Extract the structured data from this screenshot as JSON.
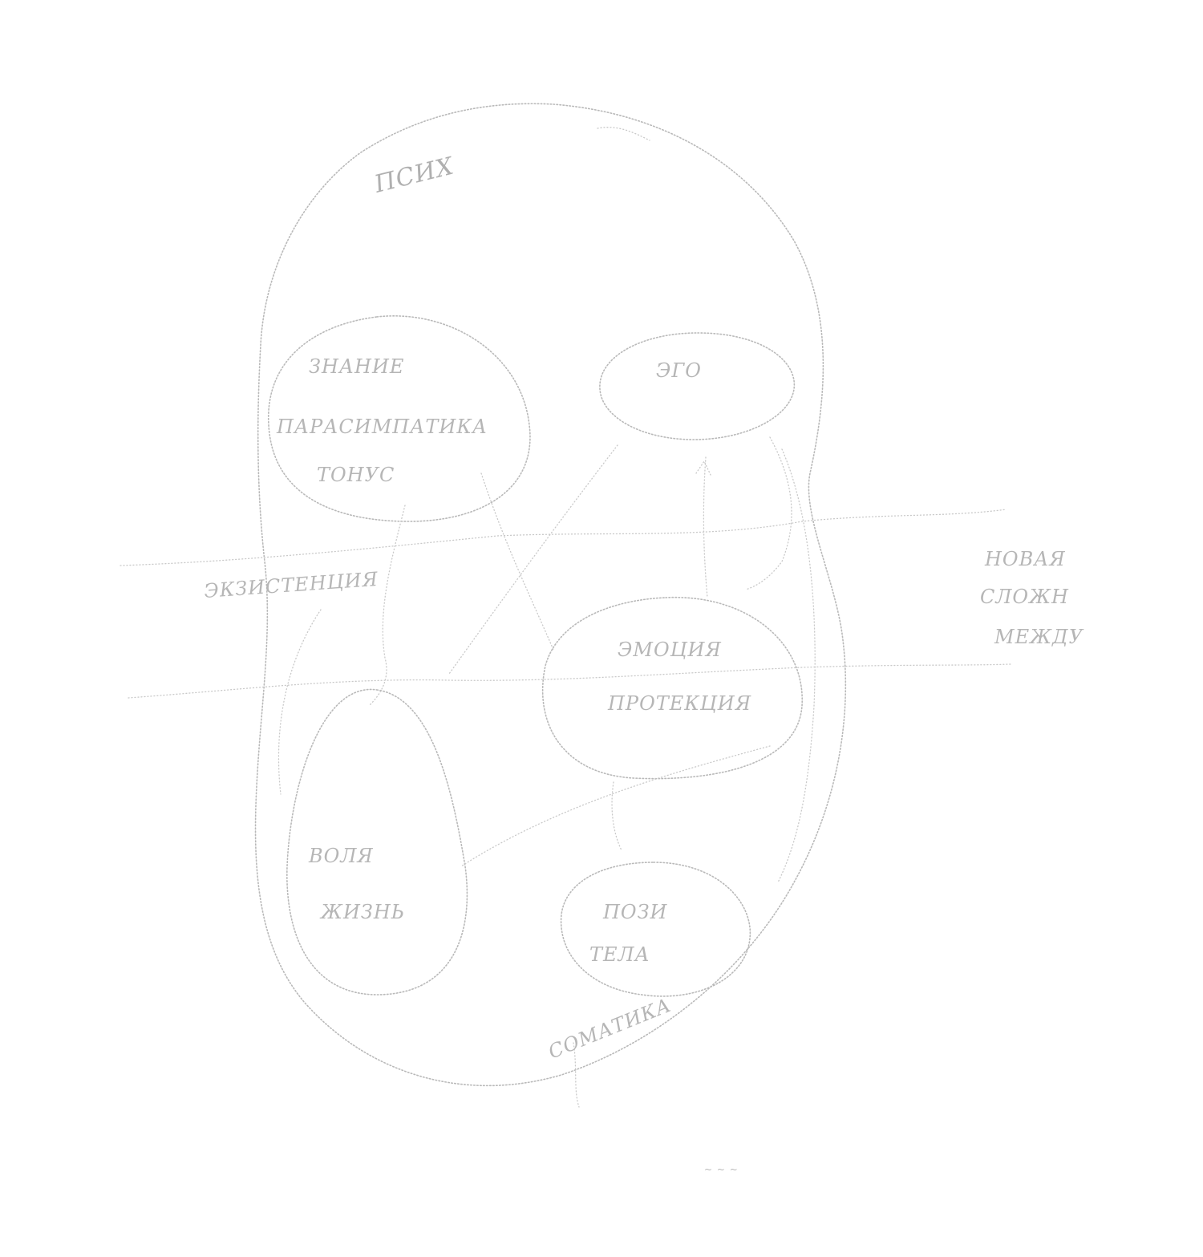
{
  "diagram": {
    "outer_label": "ПСИХ",
    "bottom_label": "СОМАТИКА",
    "side_label_left": "ЭКЗИСТЕНЦИЯ",
    "side_label_right": [
      "НОВАЯ",
      "СЛОЖН",
      "МЕЖДУ"
    ],
    "nodes": {
      "top_left": [
        "ЗНАНИЕ",
        "ПАРАСИМПАТИКА",
        "ТОНУС"
      ],
      "top_right": "ЭГО",
      "center_right": [
        "ЭМОЦИЯ",
        "ПРОТЕКЦИЯ"
      ],
      "bottom_left": [
        "ВОЛЯ",
        "ЖИЗНЬ"
      ],
      "bottom_right": [
        "ПОЗИ",
        "ТЕЛА"
      ]
    },
    "footer_mark": "~ ~ ~"
  },
  "colors": {
    "pencil": "#b9b9b9",
    "background": "#ffffff"
  }
}
